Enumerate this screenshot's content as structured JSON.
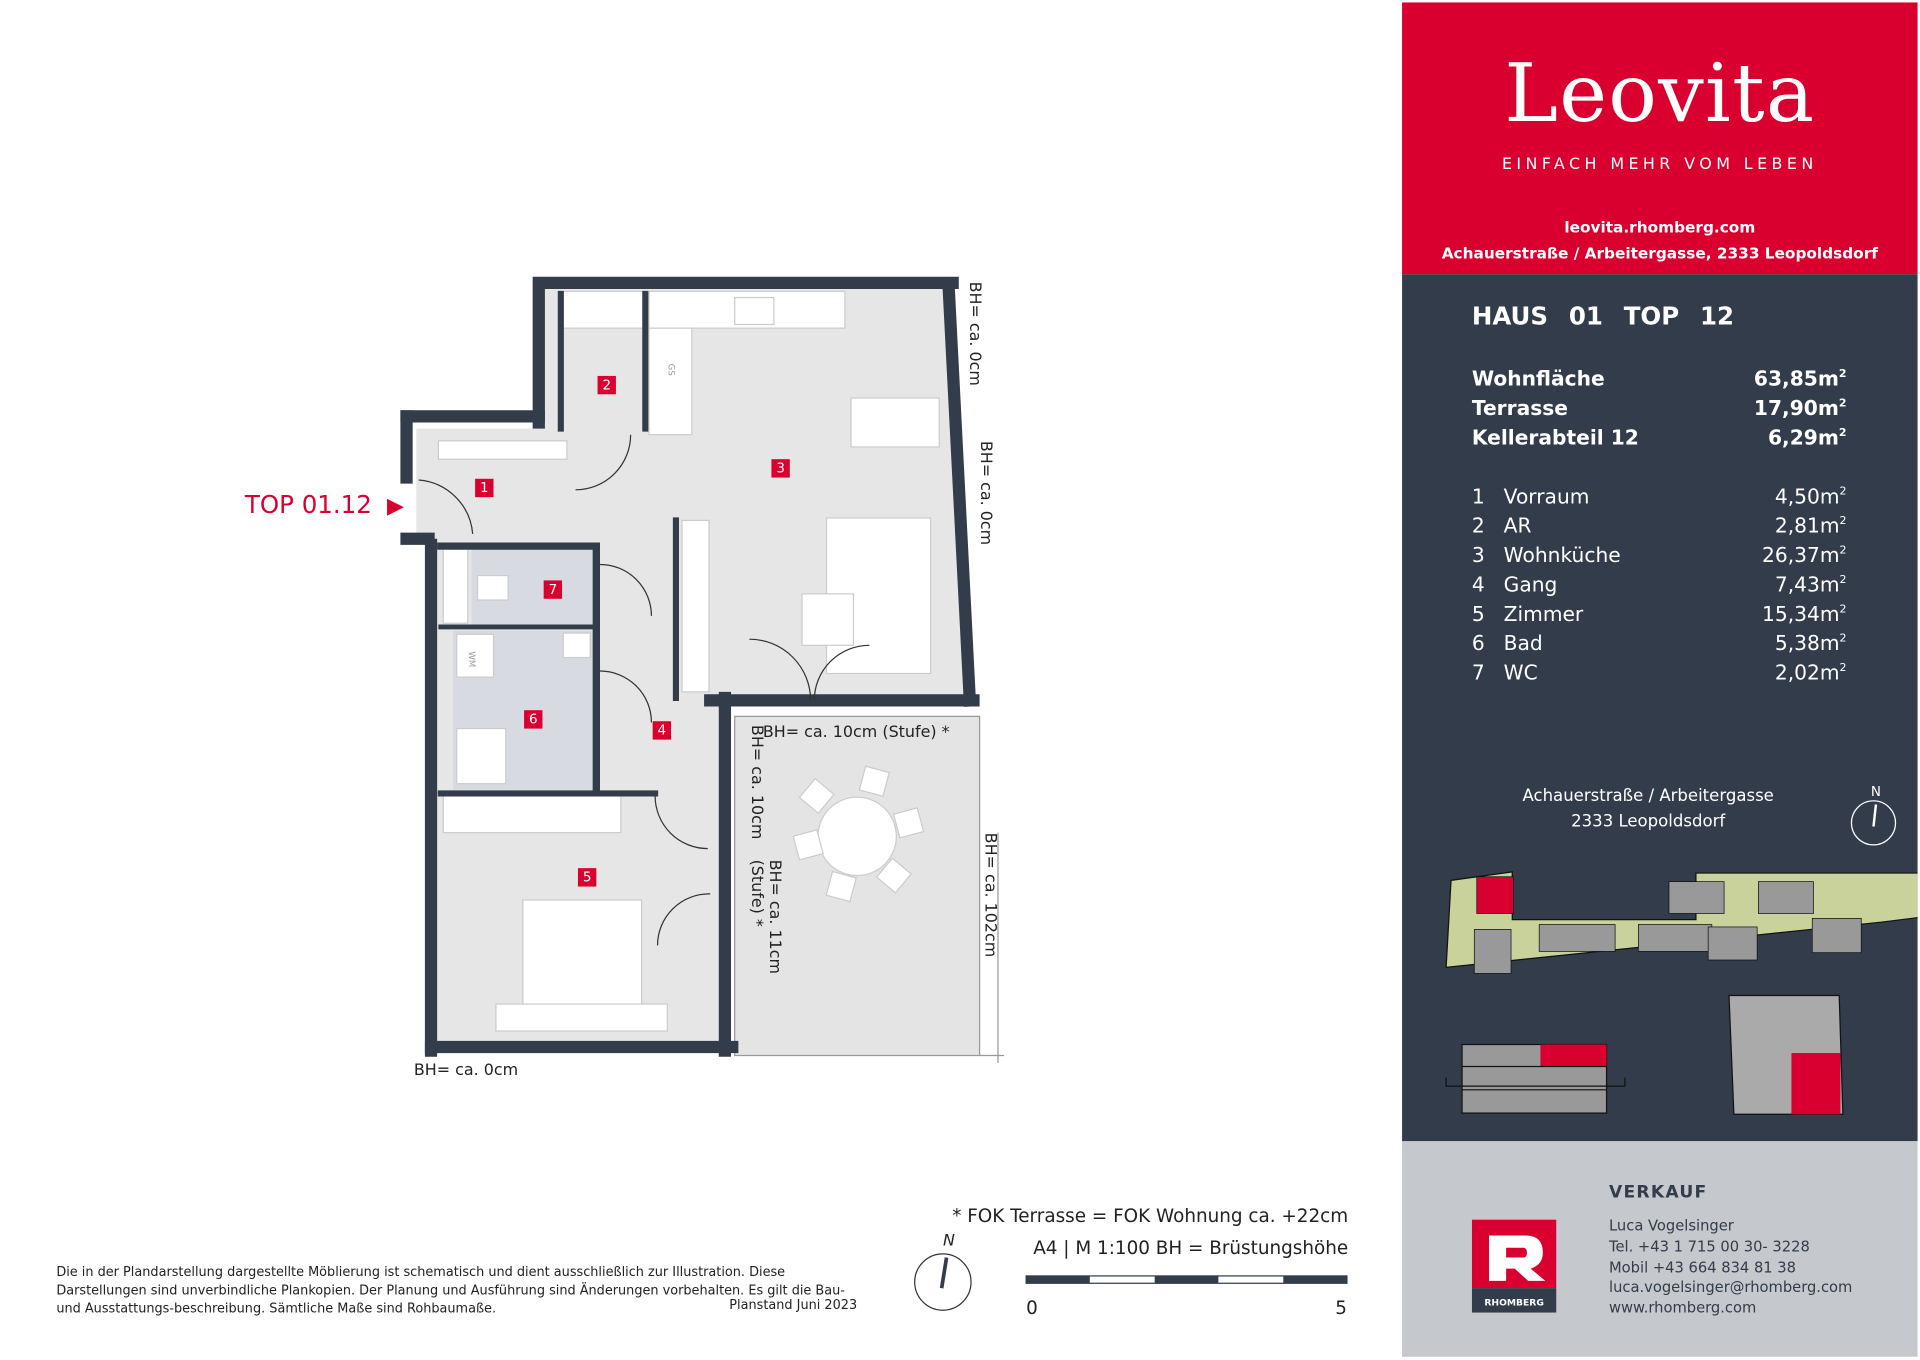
{
  "brand": {
    "logo_text": "Leovita",
    "tagline": "EINFACH MEHR VOM LEBEN",
    "website": "leovita.rhomberg.com",
    "address_line": "Achauerstraße / Arbeitergasse, 2333 Leopoldsdorf",
    "colors": {
      "red": "#d9002f",
      "dark": "#333c4a",
      "grey": "#c5c8cc"
    }
  },
  "unit": {
    "haus": "HAUS 01",
    "top": "TOP 12",
    "summary": [
      {
        "label": "Wohnfläche",
        "value": "63,85m",
        "unit_exp": "2"
      },
      {
        "label": "Terrasse",
        "value": "17,90m",
        "unit_exp": "2"
      },
      {
        "label": "Kellerabteil 12",
        "value": "6,29m",
        "unit_exp": "2"
      }
    ],
    "rooms": [
      {
        "no": "1",
        "name": "Vorraum",
        "value": "4,50m",
        "unit_exp": "2"
      },
      {
        "no": "2",
        "name": "AR",
        "value": "2,81m",
        "unit_exp": "2"
      },
      {
        "no": "3",
        "name": "Wohnküche",
        "value": "26,37m",
        "unit_exp": "2"
      },
      {
        "no": "4",
        "name": "Gang",
        "value": "7,43m",
        "unit_exp": "2"
      },
      {
        "no": "5",
        "name": "Zimmer",
        "value": "15,34m",
        "unit_exp": "2"
      },
      {
        "no": "6",
        "name": "Bad",
        "value": "5,38m",
        "unit_exp": "2"
      },
      {
        "no": "7",
        "name": "WC",
        "value": "2,02m",
        "unit_exp": "2"
      }
    ]
  },
  "location": {
    "line1": "Achauerstraße / Arbeitergasse",
    "line2": "2333 Leopoldsdorf",
    "north": "N"
  },
  "sales": {
    "title": "VERKAUF",
    "name": "Luca Vogelsinger",
    "tel": "Tel. +43 1 715 00 30- 3228",
    "mobile": "Mobil +43 664 834 81 38",
    "email": "luca.vogelsinger@rhomberg.com",
    "web": "www.rhomberg.com",
    "logo_text": "RHOMBERG"
  },
  "plan": {
    "entry_label": "TOP 01.12",
    "bh": {
      "kitchen_window": "BH= ca. 0cm",
      "living_window": "BH= ca. 0cm",
      "living_terrace_door": "BH= ca. 10cm (Stufe) *",
      "gang_window": "BH= ca. 10cm",
      "bedroom_terrace_line1": "BH= ca. 11cm",
      "bedroom_terrace_line2": "(Stufe) *",
      "terrace_railing": "BH= ca. 102cm",
      "bedroom_window": "BH= ca. 0cm"
    },
    "fixtures": {
      "gs": "GS",
      "wm": "WM"
    }
  },
  "footer": {
    "disclaimer": "Die in der Plandarstellung dargestellte Möblierung ist schematisch und dient ausschließlich zur Illustration. Diese Darstellungen sind unverbindliche Plankopien. Der Planung und Ausführung sind Änderungen vorbehalten. Es gilt die Bau- und Ausstattungs-beschreibung. Sämtliche Maße sind Rohbaumaße.",
    "planstand": "Planstand Juni 2023",
    "fok_note": "* FOK Terrasse = FOK Wohnung ca. +22cm",
    "scale_note": "A4 | M 1:100  BH = Brüstungshöhe",
    "scale_start": "0",
    "scale_end": "5",
    "north": "N"
  }
}
